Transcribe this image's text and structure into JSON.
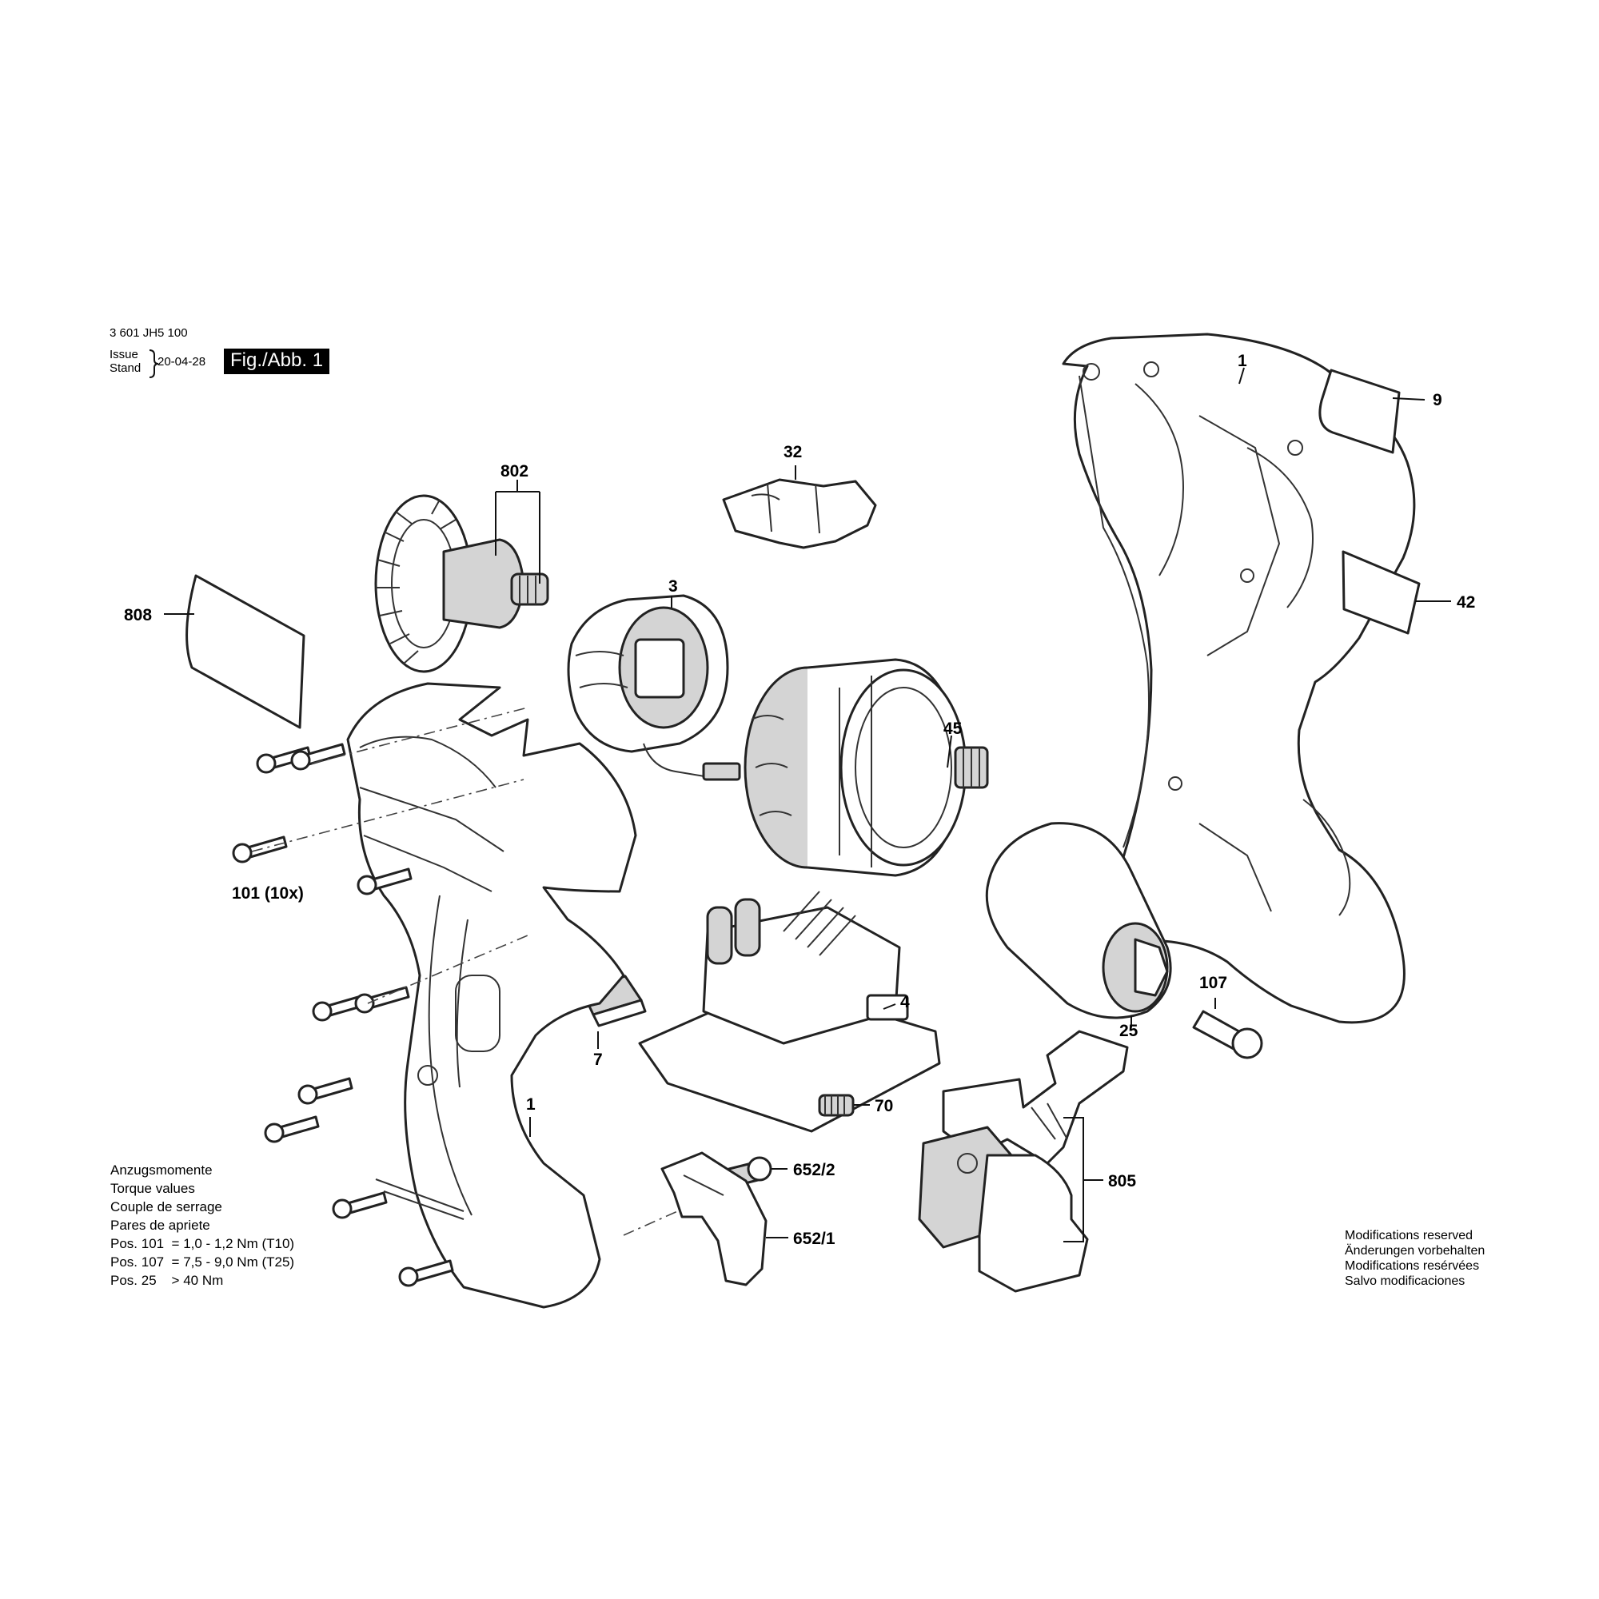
{
  "header": {
    "doc_number": "3 601 JH5 100",
    "issue_label": "Issue",
    "stand_label": "Stand",
    "issue_date": "20-04-28",
    "figure_label": "Fig./Abb. 1"
  },
  "callouts": {
    "c1_top": "1",
    "c9": "9",
    "c32": "32",
    "c802": "802",
    "c808": "808",
    "c3": "3",
    "c42": "42",
    "c45": "45",
    "c101": "101 (10x)",
    "c107": "107",
    "c4": "4",
    "c25": "25",
    "c7": "7",
    "c70": "70",
    "c1_bottom": "1",
    "c805": "805",
    "c652_2": "652/2",
    "c652_1": "652/1"
  },
  "torque_notes": [
    "Anzugsmomente",
    "Torque values",
    "Couple de serrage",
    "Pares de apriete",
    "Pos. 101  = 1,0 - 1,2 Nm (T10)",
    "Pos. 107  = 7,5 - 9,0 Nm (T25)",
    "Pos. 25    > 40 Nm"
  ],
  "modifications_notes": [
    "Modifications reserved",
    "Änderungen vorbehalten",
    "Modifications resérvées",
    "Salvo modificaciones"
  ]
}
